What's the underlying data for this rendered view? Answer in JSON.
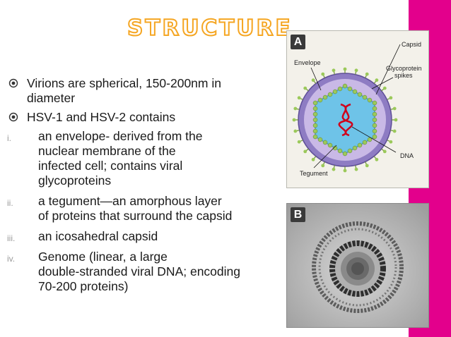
{
  "title": "STRUCTURE",
  "bullets": [
    {
      "marker": "circle",
      "text_lines": [
        "Virions are spherical, 150-200nm in",
        "diameter"
      ]
    },
    {
      "marker": "circle",
      "text_lines": [
        "HSV-1 and HSV-2 contains"
      ]
    }
  ],
  "sub_items": [
    {
      "num": "i.",
      "text_lines": [
        "an envelope- derived from the",
        "nuclear membrane of the",
        "infected cell; contains viral",
        "glycoproteins"
      ]
    },
    {
      "num": "ii.",
      "text_lines": [
        "a tegument—an amorphous layer",
        "of proteins that surround the capsid"
      ]
    },
    {
      "num": "iii.",
      "text_lines": [
        "an icosahedral capsid"
      ]
    },
    {
      "num": "iv.",
      "text_lines": [
        "Genome (linear, a large",
        "double-stranded viral DNA; encoding",
        "70-200 proteins)"
      ]
    }
  ],
  "figure_a": {
    "badge": "A",
    "labels": {
      "capsid": "Capsid",
      "envelope": "Envelope",
      "glyco1": "Glycoprotein",
      "glyco2": "spikes",
      "dna": "DNA",
      "tegument": "Tegument"
    }
  },
  "figure_b": {
    "badge": "B"
  },
  "colors": {
    "accent_bar": "#e3008c",
    "title_outline": "#f5a623",
    "envelope": "#8e7cc3",
    "capsid": "#6ec3e8",
    "dna": "#d0021b",
    "spikes": "#9bc95a"
  }
}
